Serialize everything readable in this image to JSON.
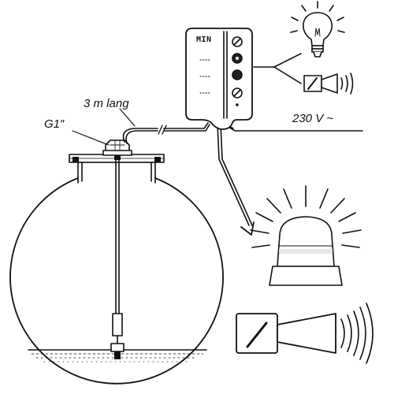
{
  "labels": {
    "cable_length": "3 m lang",
    "thread": "G1″",
    "voltage": "230 V ~",
    "device": "MIN"
  },
  "icons": [
    "light-bulb-icon",
    "small-horn-alarm-icon",
    "flashing-beacon-icon",
    "large-horn-alarm-icon"
  ],
  "colors": {
    "line": "#111111",
    "background": "#ffffff",
    "fill_light": "#e6e6e6"
  }
}
